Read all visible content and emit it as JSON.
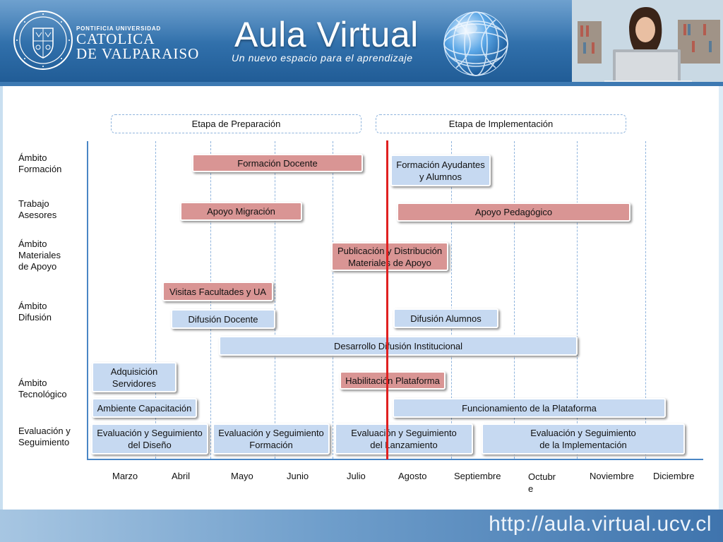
{
  "header": {
    "university": {
      "line1": "PONTIFICIA UNIVERSIDAD",
      "line2": "CATOLICA",
      "line3": "DE VALPARAISO"
    },
    "title": "Aula Virtual",
    "subtitle": "Un nuevo espacio para el aprendizaje"
  },
  "stages": {
    "preparation": "Etapa de Preparación",
    "implementation": "Etapa de Implementación"
  },
  "row_labels": {
    "formacion": "Ámbito\nFormación",
    "asesores": "Trabajo\nAsesores",
    "materiales": "Ámbito\nMateriales\nde Apoyo",
    "difusion": "Ámbito\nDifusión",
    "tecnologico": "Ámbito\nTecnológico",
    "evaluacion": "Evaluación y\nSeguimiento"
  },
  "activities": {
    "formacion_docente": "Formación Docente",
    "formacion_ayudantes": "Formación Ayudantes\ny Alumnos",
    "apoyo_migracion": "Apoyo Migración",
    "apoyo_pedagogico": "Apoyo Pedagógico",
    "publicacion_materiales": "Publicación y Distribución\nMateriales de Apoyo",
    "visitas_facultades": "Visitas Facultades y UA",
    "difusion_docente": "Difusión Docente",
    "difusion_alumnos": "Difusión Alumnos",
    "desarrollo_difusion": "Desarrollo Difusión Institucional",
    "adquisicion_servidores": "Adquisición\nServidores",
    "habilitacion_plataforma": "Habilitación Plataforma",
    "ambiente_capacitacion": "Ambiente Capacitación",
    "funcionamiento_plataforma": "Funcionamiento de la Plataforma",
    "eval_diseno": "Evaluación y Seguimiento\ndel Diseño",
    "eval_formacion": "Evaluación y Seguimiento\nFormación",
    "eval_lanzamiento": "Evaluación y Seguimiento\ndel Lanzamiento",
    "eval_implementacion": "Evaluación y Seguimiento\nde la Implementación"
  },
  "months": {
    "marzo": "Marzo",
    "abril": "Abril",
    "mayo": "Mayo",
    "junio": "Junio",
    "julio": "Julio",
    "agosto": "Agosto",
    "septiembre": "Septiembre",
    "octubre": "Octubr\ne",
    "noviembre": "Noviembre",
    "diciembre": "Diciembre"
  },
  "colors": {
    "red_bar": "#d99594",
    "blue_bar": "#c6d9f1",
    "today_line": "#e02020",
    "axis": "#4a86c5"
  },
  "footer": {
    "url": "http://aula.virtual.ucv.cl"
  }
}
